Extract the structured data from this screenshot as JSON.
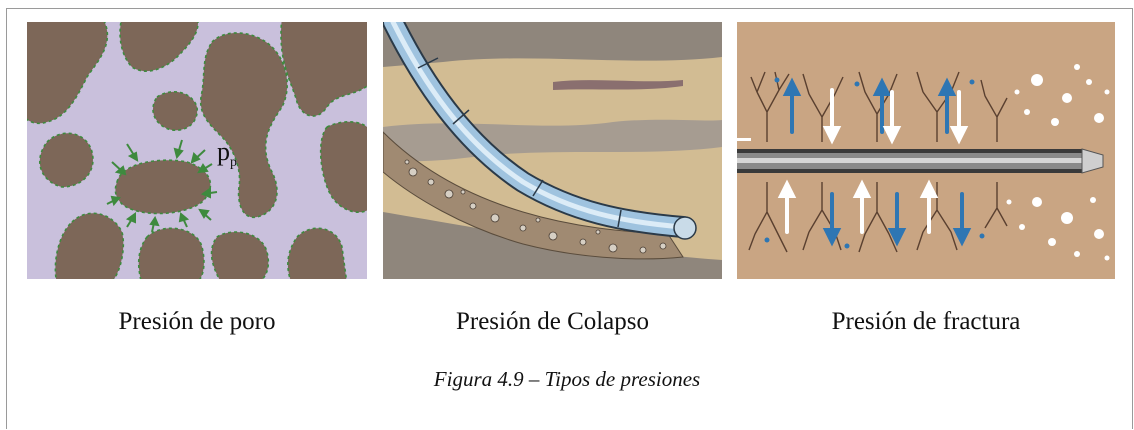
{
  "figure": {
    "panels": [
      {
        "id": "poro",
        "label": "Presión de poro"
      },
      {
        "id": "colapso",
        "label": "Presión de Colapso"
      },
      {
        "id": "fractura",
        "label": "Presión de fractura"
      }
    ],
    "pp_symbol": "p",
    "pp_subscript": "p",
    "caption": "Figura 4.9 – Tipos de presiones"
  },
  "colors": {
    "pore_background": "#c9c0dc",
    "grain": "#7d6758",
    "dotted_outline": "#3e8a3e",
    "sand_background": "#d2bc93",
    "shale_band": "#938a80",
    "pipe": "#9fc3df",
    "fracture_background": "#c9a583",
    "fracture_lines": "#5a4030",
    "arrow_blue": "#2e76b3",
    "arrow_white": "#ffffff"
  }
}
